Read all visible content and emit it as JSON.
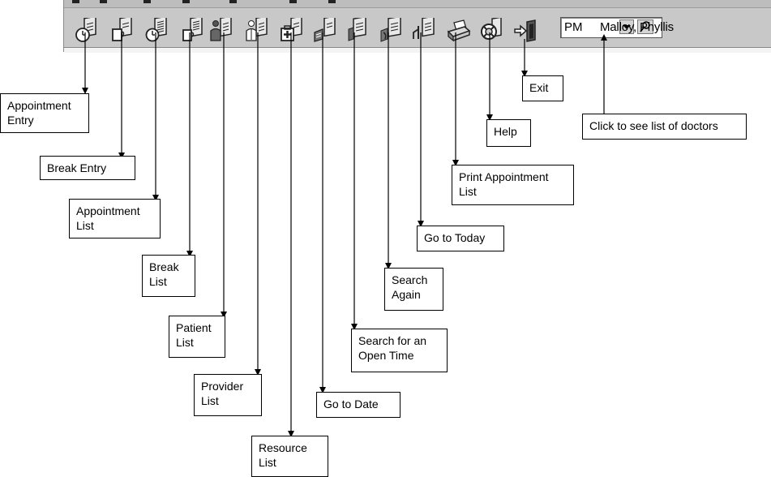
{
  "toolbar": {
    "buttons": [
      {
        "icon": "clock-book-icon"
      },
      {
        "icon": "cup-book-icon"
      },
      {
        "icon": "clock-list-icon"
      },
      {
        "icon": "cup-list-icon"
      },
      {
        "icon": "patient-figure-icon"
      },
      {
        "icon": "provider-figure-icon"
      },
      {
        "icon": "medical-kit-icon"
      },
      {
        "icon": "calendar-book-icon"
      },
      {
        "icon": "open-time-book-icon"
      },
      {
        "icon": "search-again-book-icon"
      },
      {
        "icon": "today-book-icon"
      },
      {
        "icon": "printer-icon"
      },
      {
        "icon": "lifebuoy-icon"
      },
      {
        "icon": "exit-door-icon"
      }
    ],
    "doctor_select": {
      "value": "PM"
    },
    "doctor_name": "Malloy, Phyllis"
  },
  "callouts": {
    "appointment_entry": "Appointment\nEntry",
    "break_entry": "Break Entry",
    "appointment_list": "Appointment\nList",
    "break_list": "Break\nList",
    "patient_list": "Patient\nList",
    "provider_list": "Provider\nList",
    "resource_list": "Resource\nList",
    "go_to_date": "Go to Date",
    "search_open_time": "Search for an\nOpen Time",
    "search_again": "Search\nAgain",
    "go_to_today": "Go to Today",
    "print_appointment_list": "Print Appointment\nList",
    "help": "Help",
    "exit": "Exit",
    "doctors_list": "Click to see list of doctors"
  }
}
